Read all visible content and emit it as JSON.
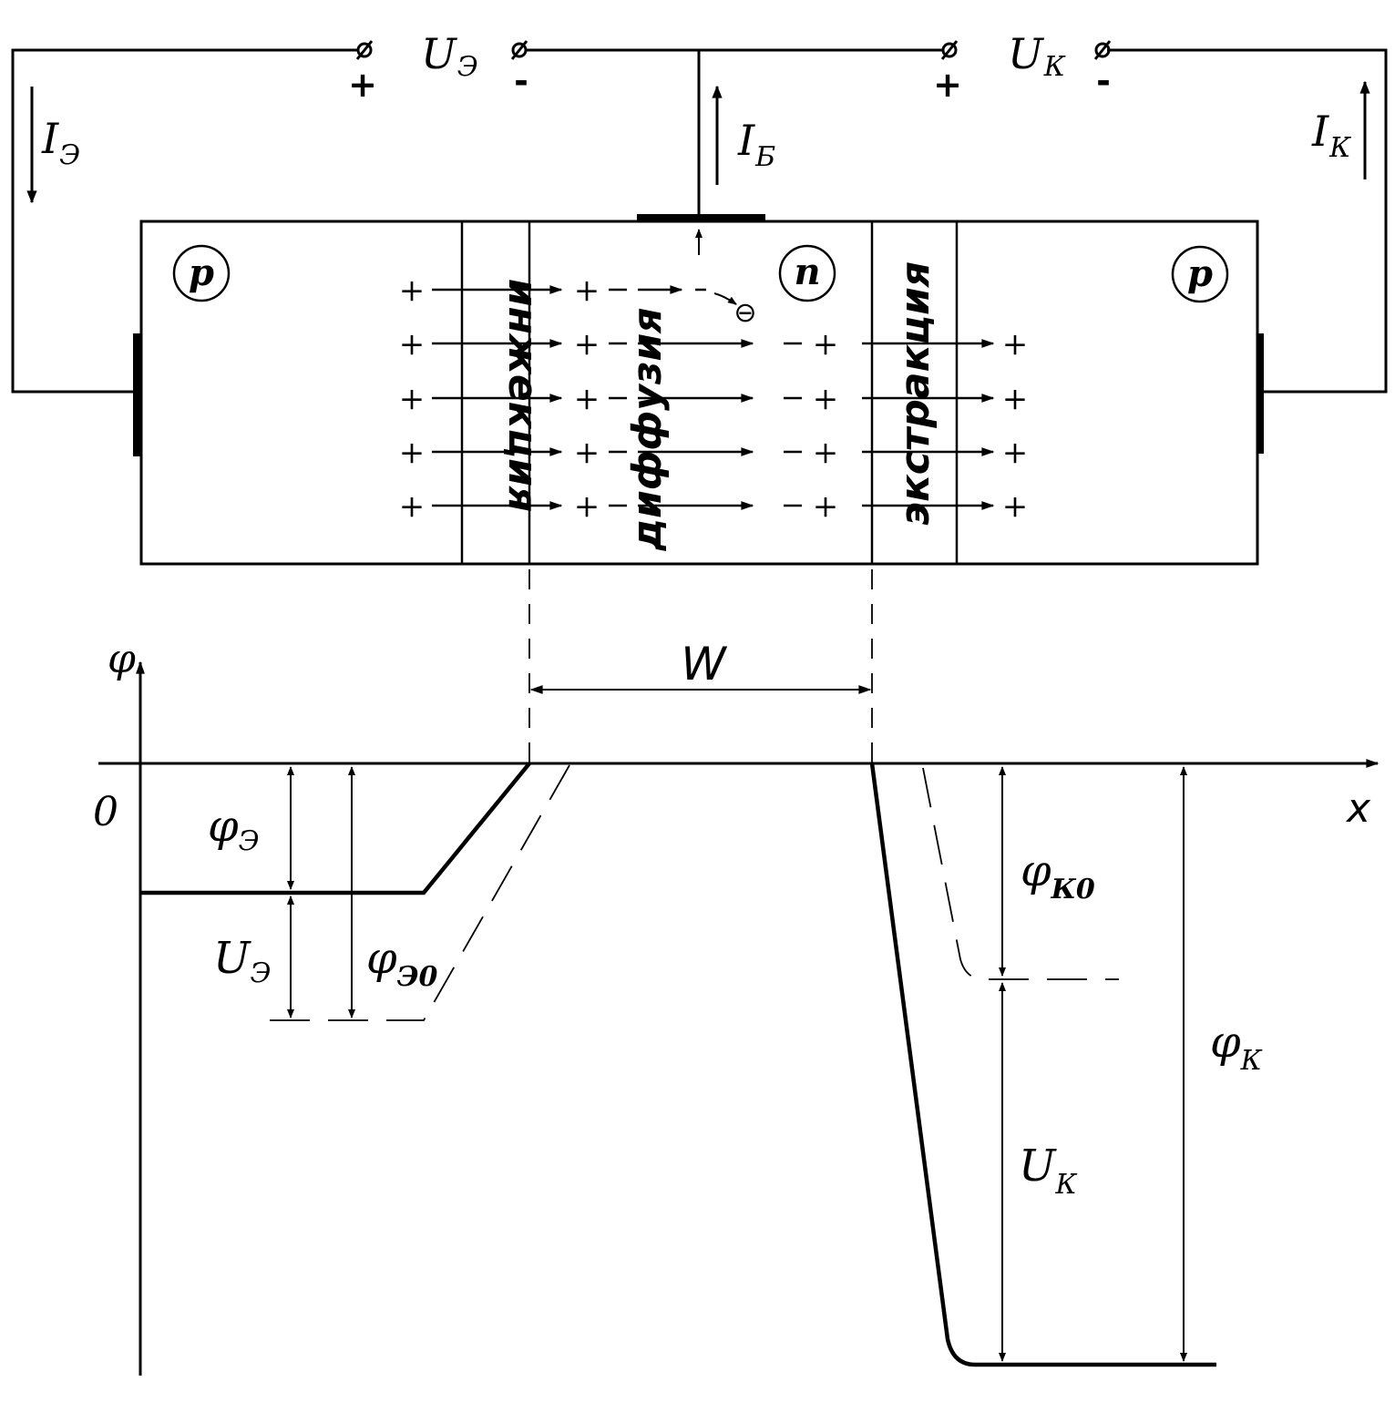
{
  "circuit": {
    "emitter_voltage": {
      "symbol": "U",
      "sub": "Э",
      "plus": "+",
      "minus": "-"
    },
    "collector_voltage": {
      "symbol": "U",
      "sub": "К",
      "plus": "+",
      "minus": "-"
    },
    "emitter_current": {
      "symbol": "I",
      "sub": "Э"
    },
    "base_current": {
      "symbol": "I",
      "sub": "Б"
    },
    "collector_current": {
      "symbol": "I",
      "sub": "К"
    }
  },
  "device": {
    "emitter_region": "p",
    "base_region": "n",
    "collector_region": "p",
    "injection_label": "инжекция",
    "diffusion_label": "диффузия",
    "extraction_label": "экстракция",
    "hole_sign": "+",
    "electron_sign": "−",
    "electron_symbol": "⊖"
  },
  "potential_plot": {
    "y_axis_label": "φ",
    "x_axis_label": "x",
    "origin_label": "0",
    "base_width_label": "W",
    "labels": {
      "phi_e": {
        "symbol": "φ",
        "sub": "Э"
      },
      "u_e": {
        "symbol": "U",
        "sub": "Э"
      },
      "phi_e0": {
        "symbol": "φ",
        "sub": "Э0"
      },
      "phi_k0": {
        "symbol": "φ",
        "sub": "К0"
      },
      "u_k": {
        "symbol": "U",
        "sub": "К"
      },
      "phi_k": {
        "symbol": "φ",
        "sub": "К"
      }
    }
  }
}
